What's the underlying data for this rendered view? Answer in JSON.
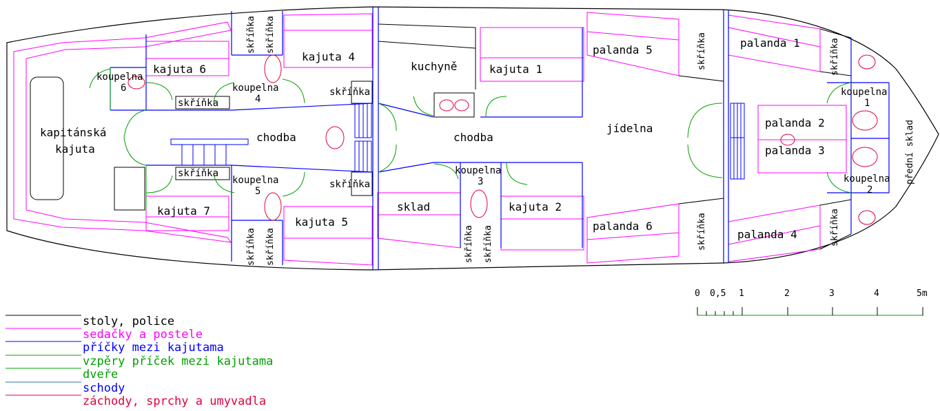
{
  "colors": {
    "tables": "#000000",
    "seats": "#ff00ff",
    "walls": "#0000ff",
    "braces": "#00a000",
    "doors": "#00a000",
    "stairs": "#2a6fb0",
    "sanitary": "#e0003c"
  },
  "rooms": {
    "kapitanska_1": "kapitánská",
    "kapitanska_2": "kajuta",
    "kajuta6": "kajuta 6",
    "kajuta7": "kajuta 7",
    "kajuta4": "kajuta 4",
    "kajuta5": "kajuta 5",
    "kajuta1": "kajuta 1",
    "kajuta2": "kajuta 2",
    "kuchyne": "kuchyně",
    "sklad": "sklad",
    "chodba1": "chodba",
    "chodba2": "chodba",
    "jidelna": "jídelna",
    "palanda1": "palanda 1",
    "palanda2": "palanda 2",
    "palanda3": "palanda 3",
    "palanda4": "palanda 4",
    "palanda5": "palanda 5",
    "palanda6": "palanda 6",
    "predni_sklad": "přední sklad"
  },
  "bathrooms": {
    "k6": "koupelna",
    "k6n": "6",
    "k4": "koupelna",
    "k4n": "4",
    "k5": "koupelna",
    "k5n": "5",
    "k3": "koupelna",
    "k3n": "3",
    "k1": "koupelna",
    "k1n": "1",
    "k2": "koupelna",
    "k2n": "2"
  },
  "cabinets": {
    "label": "skříňka"
  },
  "scale": {
    "ticks": [
      "0",
      "0,5",
      "1",
      "2",
      "3",
      "4",
      "5m"
    ]
  },
  "legend": [
    {
      "text": "stoly, police",
      "color": "#000000"
    },
    {
      "text": "sedačky a postele",
      "color": "#ff00ff"
    },
    {
      "text": "příčky mezi kajutama",
      "color": "#0000ff"
    },
    {
      "text": "vzpěry příček mezi kajutama",
      "color": "#00a000"
    },
    {
      "text": "dveře",
      "color": "#00a000"
    },
    {
      "text": "schody",
      "color": "#2a6fb0"
    },
    {
      "text": "záchody, sprchy a umyvadla",
      "color": "#e0003c"
    }
  ]
}
